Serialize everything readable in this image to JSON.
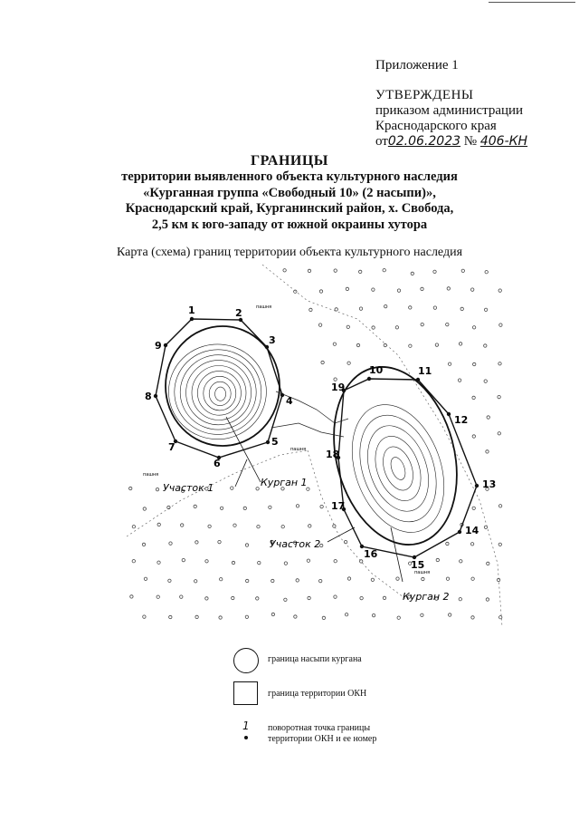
{
  "header": {
    "annex": "Приложение 1",
    "approved": "УТВЕРЖДЕНЫ",
    "order_line1": "приказом администрации",
    "order_line2": "Краснодарского края",
    "date_prefix": "от",
    "date_value": "02.06.2023",
    "number_prefix": "№",
    "number_value": "406-КН"
  },
  "title": {
    "main": "ГРАНИЦЫ",
    "line1": "территории выявленного объекта культурного наследия",
    "line2": "«Курганная группа «Свободный 10» (2 насыпи)»,",
    "line3": "Краснодарский край, Курганинский район, х. Свобода,",
    "line4": "2,5 км к юго-западу от южной окраины хутора"
  },
  "map": {
    "caption": "Карта (схема) границ территории объекта культурного наследия",
    "labels": {
      "plot1": "Участок 1",
      "plot2": "Участок 2",
      "kurgan1": "Курган 1",
      "kurgan2": "Курган 2",
      "arable": "пашня"
    },
    "points": [
      "1",
      "2",
      "3",
      "4",
      "5",
      "6",
      "7",
      "8",
      "9",
      "10",
      "11",
      "12",
      "13",
      "14",
      "15",
      "16",
      "17",
      "18",
      "19"
    ]
  },
  "legend": {
    "mound_boundary": "граница насыпи кургана",
    "okn_boundary": "граница территории ОКН",
    "turn_point_number": "1",
    "turn_point_line1": "поворотная точка границы",
    "turn_point_line2": "территории ОКН и ее номер"
  }
}
